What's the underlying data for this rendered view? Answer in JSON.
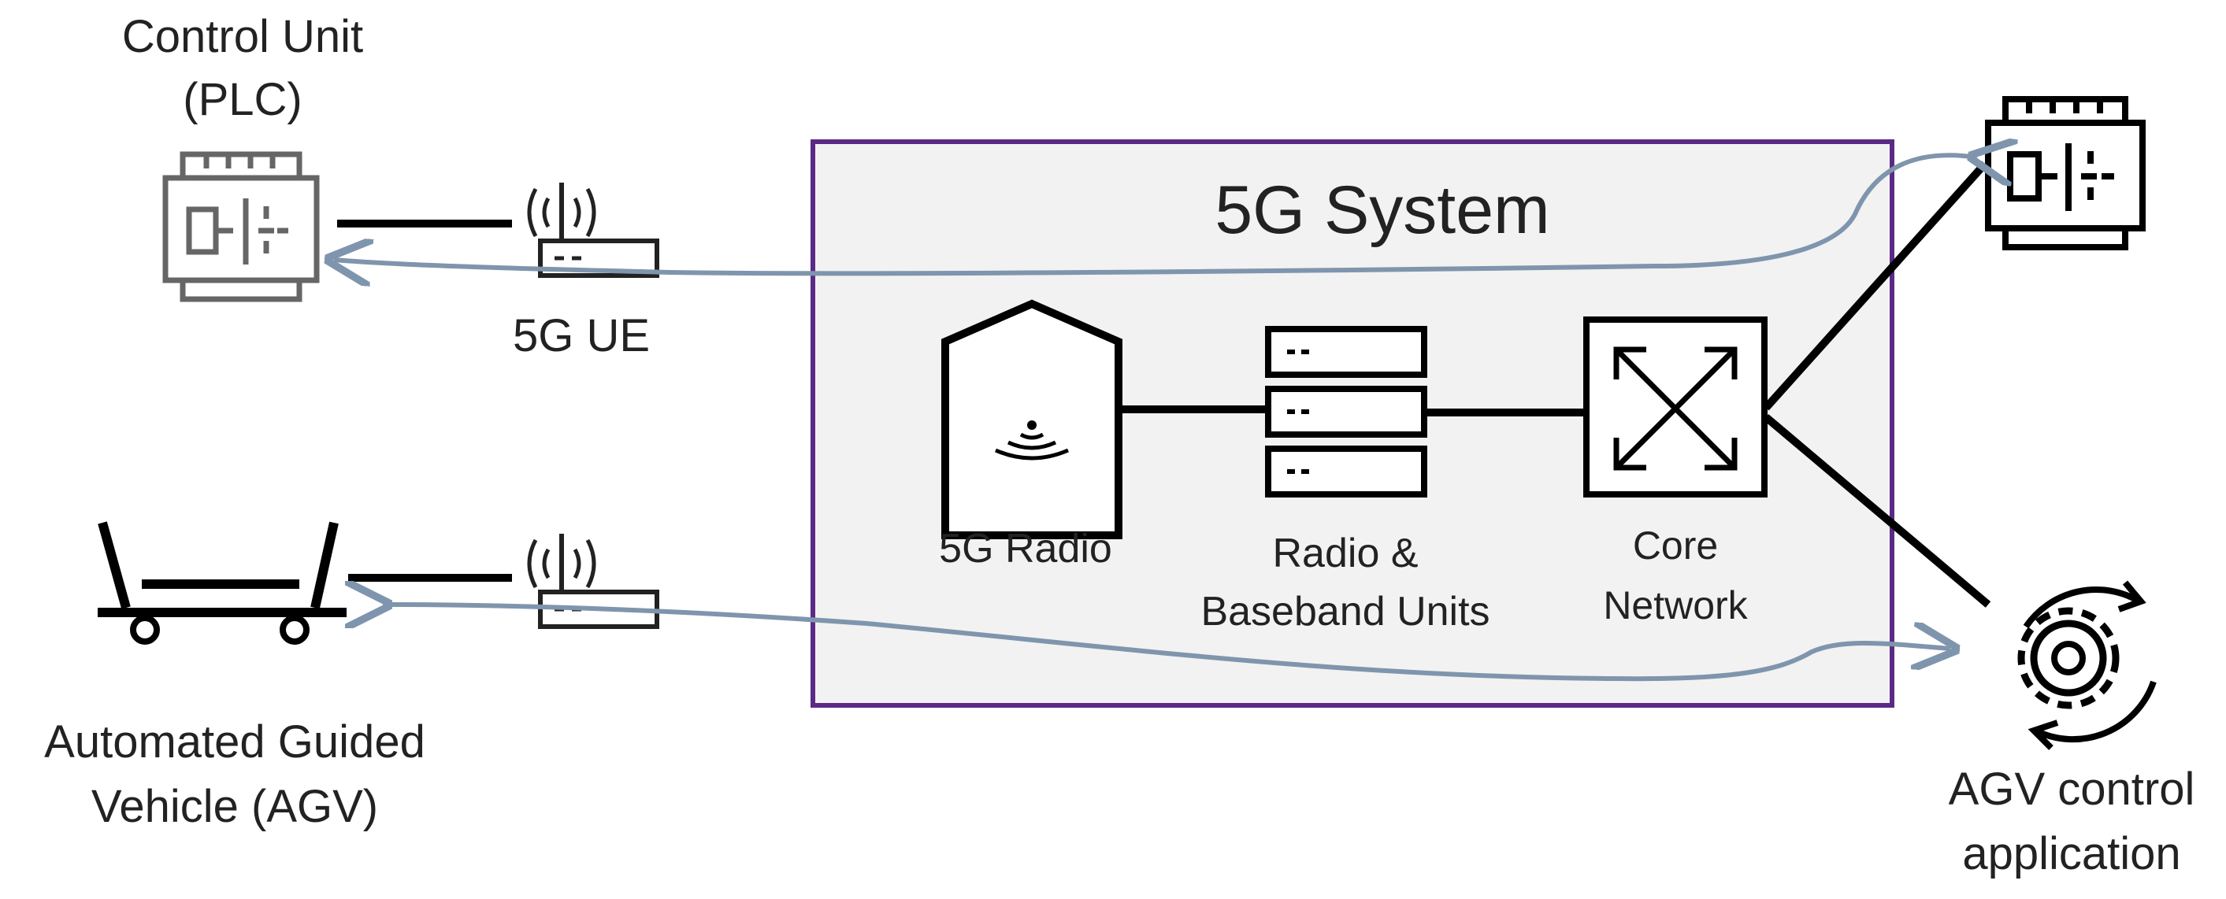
{
  "diagram": {
    "system_box": {
      "title": "5G System",
      "border_color": "#5B2A86",
      "fill_color": "#F2F2F2"
    },
    "devices": {
      "plc": {
        "label_line1": "Control Unit",
        "label_line2": "(PLC)",
        "icon": "plc-icon"
      },
      "ue": {
        "label": "5G UE",
        "icon": "router-antenna-icon"
      },
      "agv": {
        "label_line1": "Automated Guided",
        "label_line2": "Vehicle (AGV)",
        "icon": "cart-icon"
      },
      "remote_plc": {
        "icon": "plc-icon"
      },
      "agv_app": {
        "label_line1": "AGV control",
        "label_line2": "application",
        "icon": "gear-refresh-icon"
      }
    },
    "components": {
      "radio": {
        "label": "5G Radio",
        "icon": "radio-tower-icon"
      },
      "baseband": {
        "label_line1": "Radio &",
        "label_line2": "Baseband Units",
        "icon": "server-rack-icon"
      },
      "core": {
        "label_line1": "Core",
        "label_line2": "Network",
        "icon": "network-switch-icon"
      }
    },
    "colors": {
      "flow_arrow": "#7F95AD",
      "link_line": "#000000"
    }
  }
}
